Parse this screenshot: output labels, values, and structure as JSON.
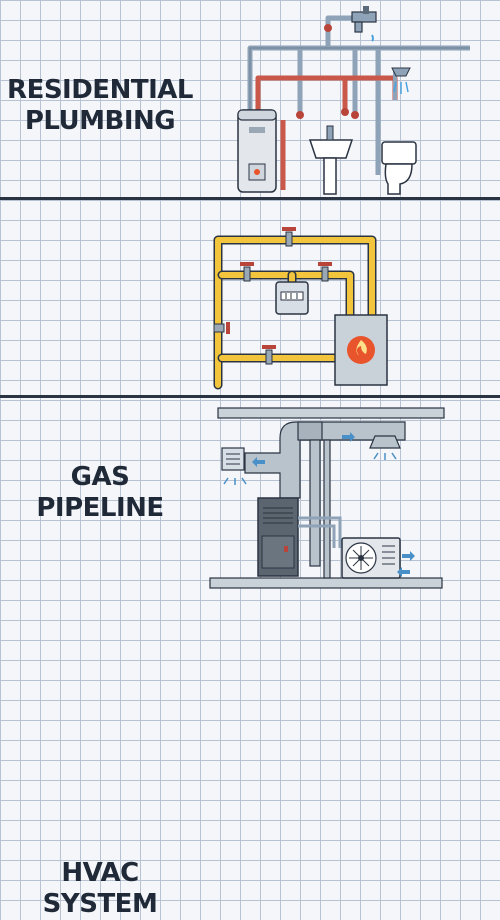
{
  "sections": [
    {
      "line1": "RESIDENTIAL",
      "line2": "PLUMBING"
    },
    {
      "line1": "GAS",
      "line2": "PIPELINE"
    },
    {
      "line1": "HVAC",
      "line2": "SYSTEM"
    }
  ],
  "colors": {
    "cold_pipe": "#8fa3b8",
    "hot_pipe": "#c9574a",
    "gas_pipe": "#f2c53d",
    "valve": "#b8443a",
    "duct": "#b9c3cc",
    "flame": "#e8552c",
    "divider": "#2b3442"
  }
}
